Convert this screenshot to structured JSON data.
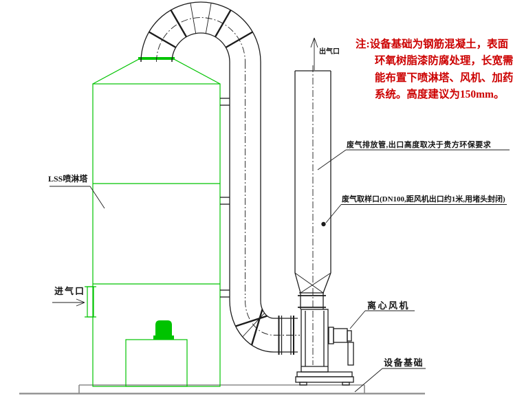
{
  "colors": {
    "green": "#00c300",
    "line": "#1c1c1c",
    "gray": "#8a8a8a",
    "red": "#cc0000"
  },
  "note": {
    "lines": [
      "注:设备基础为钢筋混凝土，表面",
      "环氧树脂漆防腐处理，长宽需",
      "能布置下喷淋塔、风机、加药",
      "系统。高度建议为150mm。"
    ]
  },
  "labels": {
    "tower": "LSS喷淋塔",
    "inlet": "进气口",
    "outlet": "出气口",
    "exhaust_pipe": "废气排放管,出口高度取决于贵方环保要求",
    "sampling_port": "废气取样口(DN100,距风机出口约1米,用堵头封闭)",
    "fan": "离心风机",
    "foundation": "设备基础"
  }
}
